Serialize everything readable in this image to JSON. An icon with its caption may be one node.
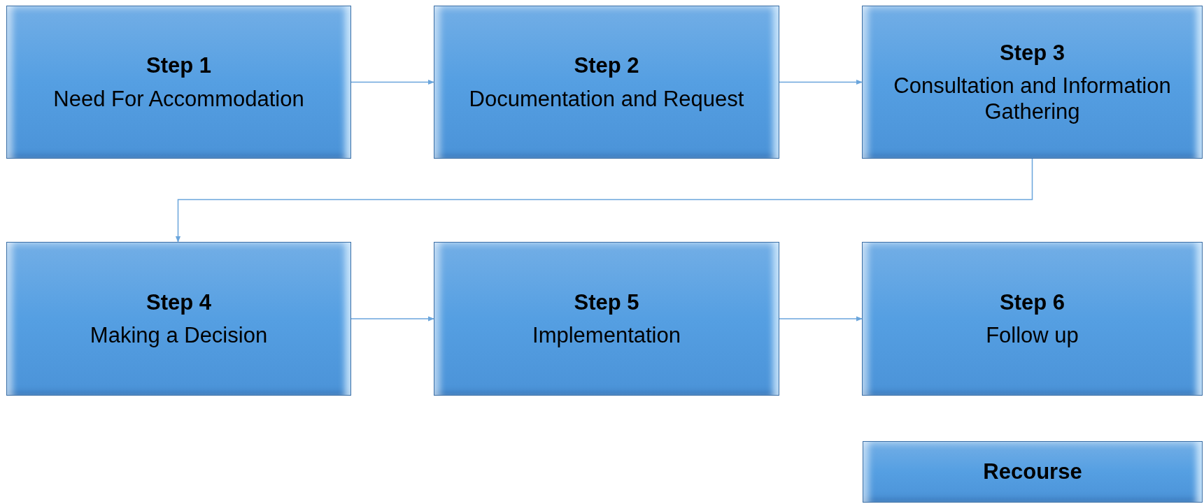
{
  "diagram": {
    "nodes": [
      {
        "text": [
          "Step 1",
          "Need For Accommodation"
        ]
      },
      {
        "text": [
          "Step 2",
          "Documentation and Request"
        ]
      },
      {
        "text": [
          "Step 3",
          "Consultation and Information Gathering"
        ]
      },
      {
        "text": [
          "Step 4",
          "Making a Decision"
        ]
      },
      {
        "text": [
          "Step 5",
          "Implementation"
        ]
      },
      {
        "text": [
          "Step 6",
          "Follow up"
        ]
      },
      {
        "text": [
          "Recourse"
        ]
      }
    ],
    "edges": [
      {
        "from": 0,
        "to": 1,
        "arrow": "to"
      },
      {
        "from": 1,
        "to": 2,
        "arrow": "to"
      },
      {
        "from": 2,
        "to": 3,
        "arrow": "to"
      },
      {
        "from": 3,
        "to": 4,
        "arrow": "to"
      },
      {
        "from": 4,
        "to": 5,
        "arrow": "to"
      }
    ]
  }
}
